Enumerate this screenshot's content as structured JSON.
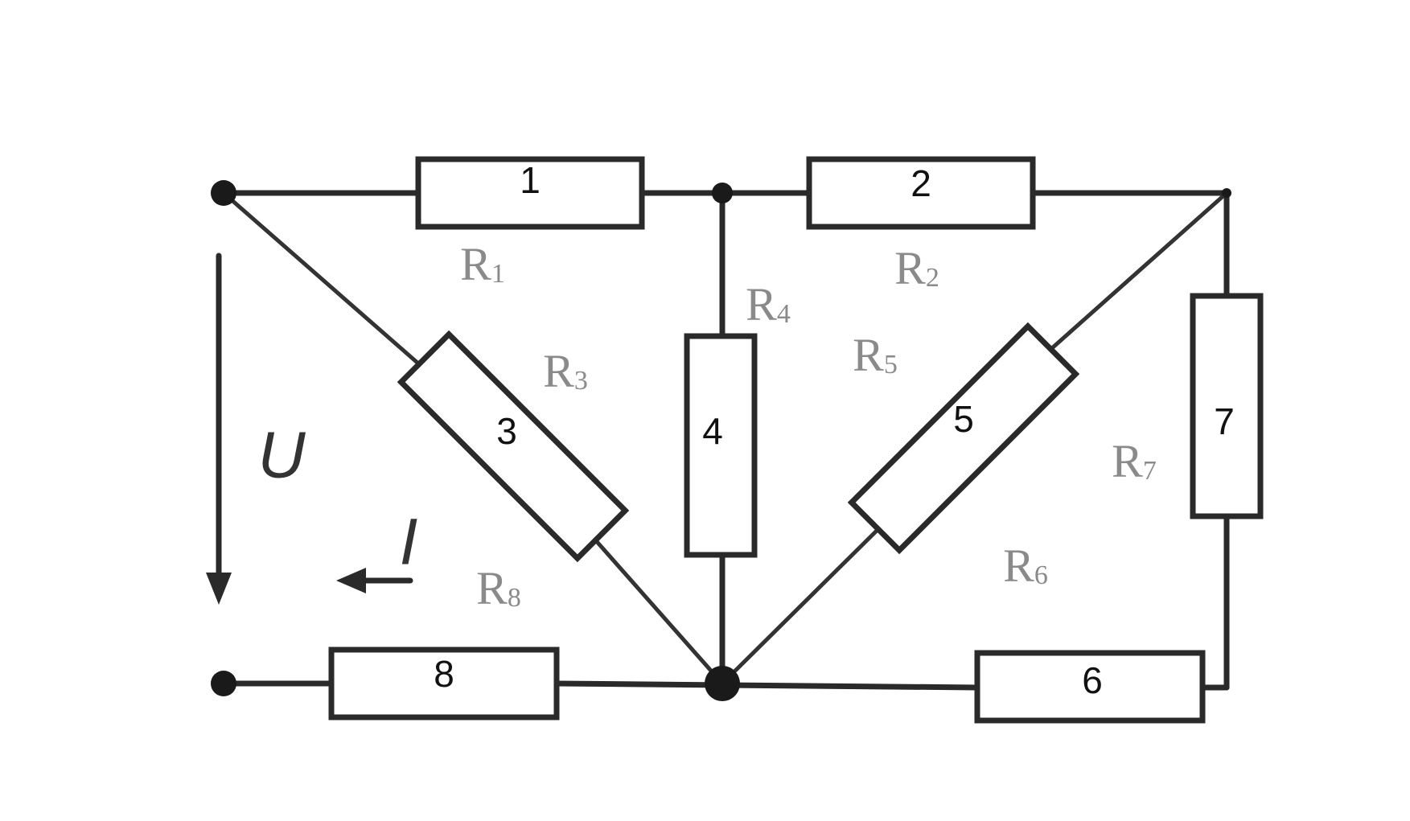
{
  "diagram": {
    "type": "resistor-circuit",
    "resistors": [
      {
        "number": "1",
        "label": "R",
        "sub": "1"
      },
      {
        "number": "2",
        "label": "R",
        "sub": "2"
      },
      {
        "number": "3",
        "label": "R",
        "sub": "3"
      },
      {
        "number": "4",
        "label": "R",
        "sub": "4"
      },
      {
        "number": "5",
        "label": "R",
        "sub": "5"
      },
      {
        "number": "6",
        "label": "R",
        "sub": "6"
      },
      {
        "number": "7",
        "label": "R",
        "sub": "7"
      },
      {
        "number": "8",
        "label": "R",
        "sub": "8"
      }
    ],
    "voltage_label": "U",
    "current_label": "I"
  },
  "colors": {
    "wire": "#2a2a2a",
    "label_gray": "#8a8a8a",
    "background": "#ffffff"
  }
}
